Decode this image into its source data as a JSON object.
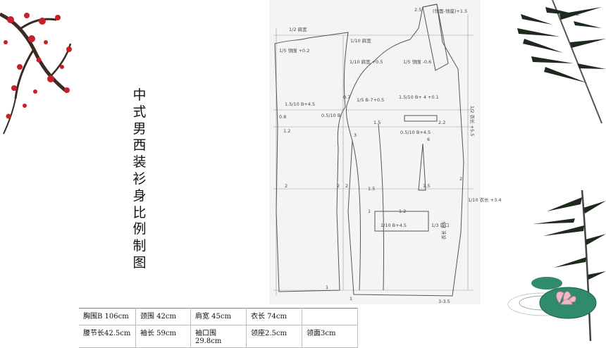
{
  "slide": {
    "title": "中式男西装衫身比例制图"
  },
  "pattern_labels": {
    "back_width_label": "1/2 肩宽",
    "front_width_label": "1/10 肩宽",
    "neck_a": "1/5 领围 +0.2",
    "neck_b": "1/10 肩宽 +0.5",
    "neck_front": "1/5 领围 -0.6",
    "collar_top": "(领面-领座)+1.5",
    "collar_25": "2.5",
    "chest_back": "1.5/10 B+4.5",
    "chest_mid": "1/5 B-7+0.5",
    "chest_front": "1.5/10 B+ 4 +0.1",
    "armhole": "0.5/10 B",
    "pocket_upper": "0.5/10 B+4.5",
    "pocket_lower": "1/10 B+4.5",
    "pocket_lower_side": "1/3 袋口",
    "length_right": "1/2 衣长 +5.5",
    "length_side": "1/10 衣长 +3.4",
    "lower_right": "衣长 1.5",
    "hem_right": "3-3.5",
    "n_07": "0.7",
    "n_08": "0.8",
    "n_12": "1.2",
    "n_15a": "1.5",
    "n_15b": "1.5",
    "n_22": "2.2",
    "n_2a": "2",
    "n_2b": "2",
    "n_2c": "2",
    "n_1a": "1",
    "n_1b": "1",
    "n_12b": "1.2",
    "n_6": "6",
    "n_3": "3",
    "n_15c": "1.5",
    "n_2d": "2",
    "n_1c": "1"
  },
  "spec_table": [
    [
      "胸围B 106cm",
      "颈围 42cm",
      "肩宽 45cm",
      "衣长 74cm",
      ""
    ],
    [
      "腰节长42.5cm",
      "袖长 59cm",
      "袖口围 29.8cm",
      "领座2.5cm",
      "领面3cm"
    ]
  ],
  "colors": {
    "blossom": "#c8202a",
    "branch": "#3a2b25",
    "bamboo": "#1f2a1f",
    "lotus_leaf": "#2f8a6e",
    "lotus_flower": "#f2b7c6"
  }
}
